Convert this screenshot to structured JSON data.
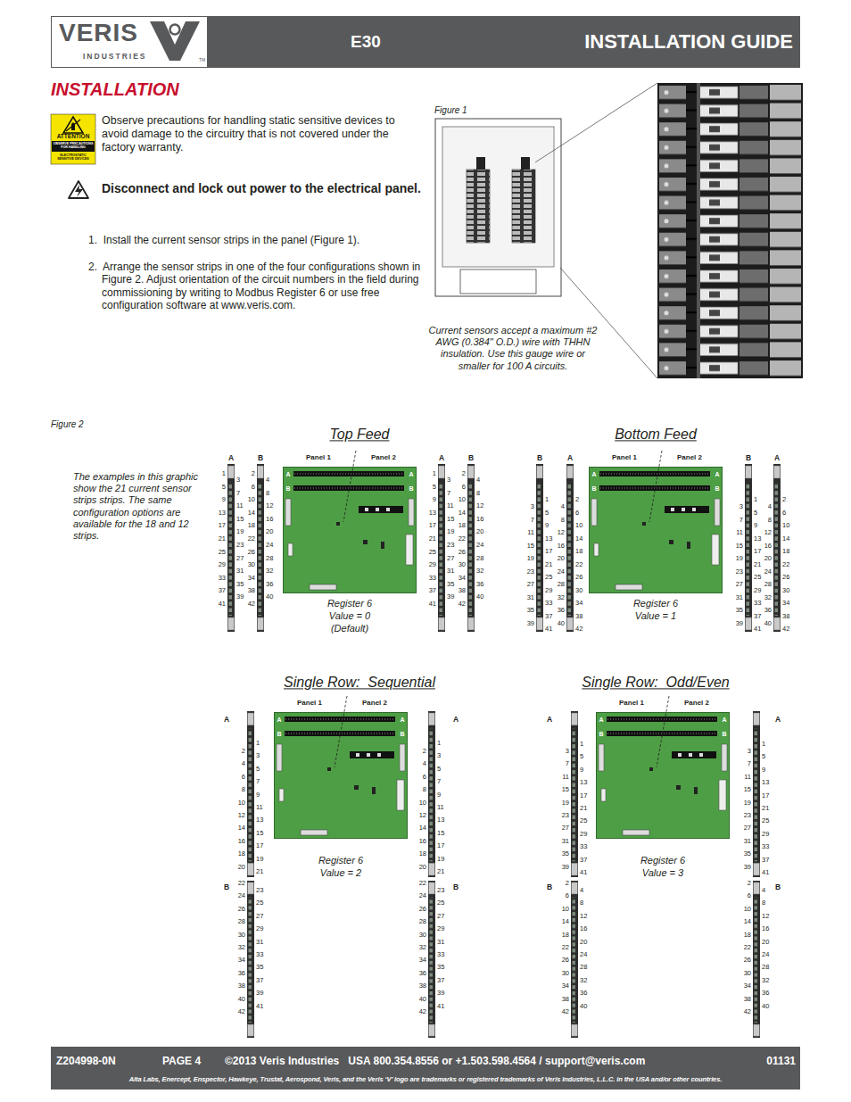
{
  "diagram": {
    "title": "INSTALLATION",
    "nodes": [
      {
        "text": [
          "VERIS",
          "INDUSTRIES",
          "TM",
          "E30",
          "INSTALLATION GUIDE"
        ]
      },
      {
        "text": [
          "ATTENTION",
          "OBSERVE PRECAUTIONS FOR HANDLING",
          "ELECTROSTATIC SENSITIVE DEVICES"
        ]
      },
      {
        "text": [
          "Panel 1",
          "Panel 2",
          "A",
          "B",
          "A",
          "B"
        ]
      },
      {
        "text": [
          "Panel 1",
          "Panel 2",
          "A",
          "B",
          "A",
          "B"
        ]
      },
      {
        "text": [
          "Panel 1",
          "Panel 2",
          "A",
          "B",
          "A",
          "B"
        ]
      },
      {
        "text": [
          "Panel 1",
          "Panel 2",
          "A",
          "B",
          "A",
          "B"
        ]
      },
      {
        "text": [
          "Z204998-0N",
          "PAGE 4",
          "©2013 Veris Industries   USA 800.354.8556 or +1.503.598.4564 / support@veris.com",
          "01131",
          "Alta Labs, Enercept, Enspector, Hawkeye, Trustat, Aerospond, Veris, and the Veris ‘V’ logo are trademarks or registered trademarks of Veris Industries, L.L.C. in the USA and/or other countries."
        ]
      }
    ],
    "labels": [
      "Observe precautions for handling static sensitive devices to avoid damage to the circuitry that is not covered under the factory warranty.",
      "Disconnect and lock out power to the electrical panel.",
      "1.  Install the current sensor strips in the panel (Figure 1).",
      "2.  Arrange the sensor strips in one of the four configurations shown in Figure 2. Adjust orientation of the circuit numbers in the field during commissioning by writing to Modbus Register 6 or use free configuration software at www.veris.com.",
      "Figure 1",
      "Current sensors accept a maximum #2 AWG (0.384\" O.D.) wire with THHN insulation. Use this gauge wire or smaller for 100 A circuits.",
      "Figure 2",
      "The examples in this graphic show the 21 current sensor strips strips. The same configuration options are available for the 18 and 12 strips.",
      "Top Feed",
      "Bottom Feed",
      "A",
      "B",
      "1",
      "5",
      "9",
      "13",
      "17",
      "21",
      "25",
      "29",
      "33",
      "37",
      "41",
      "3",
      "7",
      "11",
      "15",
      "19",
      "23",
      "27",
      "31",
      "35",
      "39",
      "2",
      "6",
      "10",
      "14",
      "18",
      "22",
      "26",
      "30",
      "34",
      "38",
      "42",
      "4",
      "8",
      "12",
      "16",
      "20",
      "24",
      "28",
      "32",
      "36",
      "40",
      "A",
      "B",
      "1",
      "5",
      "9",
      "13",
      "17",
      "21",
      "25",
      "29",
      "33",
      "37",
      "41",
      "3",
      "7",
      "11",
      "15",
      "19",
      "23",
      "27",
      "31",
      "35",
      "39",
      "2",
      "6",
      "10",
      "14",
      "18",
      "22",
      "26",
      "30",
      "34",
      "38",
      "42",
      "4",
      "8",
      "12",
      "16",
      "20",
      "24",
      "28",
      "32",
      "36",
      "40",
      "Register 6 Value = 0 (Default)",
      "B",
      "A",
      "3",
      "7",
      "11",
      "15",
      "19",
      "23",
      "27",
      "31",
      "35",
      "39",
      "1",
      "5",
      "9",
      "13",
      "17",
      "21",
      "25",
      "29",
      "33",
      "37",
      "41",
      "4",
      "8",
      "12",
      "16",
      "20",
      "24",
      "28",
      "32",
      "36",
      "40",
      "2",
      "6",
      "10",
      "14",
      "18",
      "22",
      "26",
      "30",
      "34",
      "38",
      "42",
      "B",
      "A",
      "3",
      "7",
      "11",
      "15",
      "19",
      "23",
      "27",
      "31",
      "35",
      "39",
      "1",
      "5",
      "9",
      "13",
      "17",
      "21",
      "25",
      "29",
      "33",
      "37",
      "41",
      "4",
      "8",
      "12",
      "16",
      "20",
      "24",
      "28",
      "32",
      "36",
      "40",
      "2",
      "6",
      "10",
      "14",
      "18",
      "22",
      "26",
      "30",
      "34",
      "38",
      "42",
      "Register 6 Value = 1",
      "Single Row:  Sequential",
      "A",
      "2",
      "4",
      "6",
      "8",
      "10",
      "12",
      "14",
      "16",
      "18",
      "20",
      "1",
      "3",
      "5",
      "7",
      "9",
      "11",
      "13",
      "15",
      "17",
      "19",
      "21",
      "B",
      "22",
      "24",
      "26",
      "28",
      "30",
      "32",
      "34",
      "36",
      "38",
      "40",
      "42",
      "23",
      "25",
      "27",
      "29",
      "31",
      "33",
      "35",
      "37",
      "39",
      "41",
      "A",
      "2",
      "4",
      "6",
      "8",
      "10",
      "12",
      "14",
      "16",
      "18",
      "20",
      "1",
      "3",
      "5",
      "7",
      "9",
      "11",
      "13",
      "15",
      "17",
      "19",
      "21",
      "B",
      "22",
      "24",
      "26",
      "28",
      "30",
      "32",
      "34",
      "36",
      "38",
      "40",
      "42",
      "23",
      "25",
      "27",
      "29",
      "31",
      "33",
      "35",
      "37",
      "39",
      "41",
      "Register 6 Value = 2",
      "Single Row:  Odd/Even",
      "A",
      "3",
      "7",
      "11",
      "15",
      "19",
      "23",
      "27",
      "31",
      "35",
      "39",
      "1",
      "5",
      "9",
      "13",
      "17",
      "21",
      "25",
      "29",
      "33",
      "37",
      "41",
      "B",
      "2",
      "6",
      "10",
      "14",
      "18",
      "22",
      "26",
      "30",
      "34",
      "38",
      "42",
      "4",
      "8",
      "12",
      "16",
      "20",
      "24",
      "28",
      "32",
      "36",
      "40",
      "A",
      "3",
      "7",
      "11",
      "15",
      "19",
      "23",
      "27",
      "31",
      "35",
      "39",
      "1",
      "5",
      "9",
      "13",
      "17",
      "21",
      "25",
      "29",
      "33",
      "37",
      "41",
      "B",
      "2",
      "6",
      "10",
      "14",
      "18",
      "22",
      "26",
      "30",
      "34",
      "38",
      "42",
      "4",
      "8",
      "12",
      "16",
      "20",
      "24",
      "28",
      "32",
      "36",
      "40",
      "Register 6 Value = 3"
    ]
  }
}
